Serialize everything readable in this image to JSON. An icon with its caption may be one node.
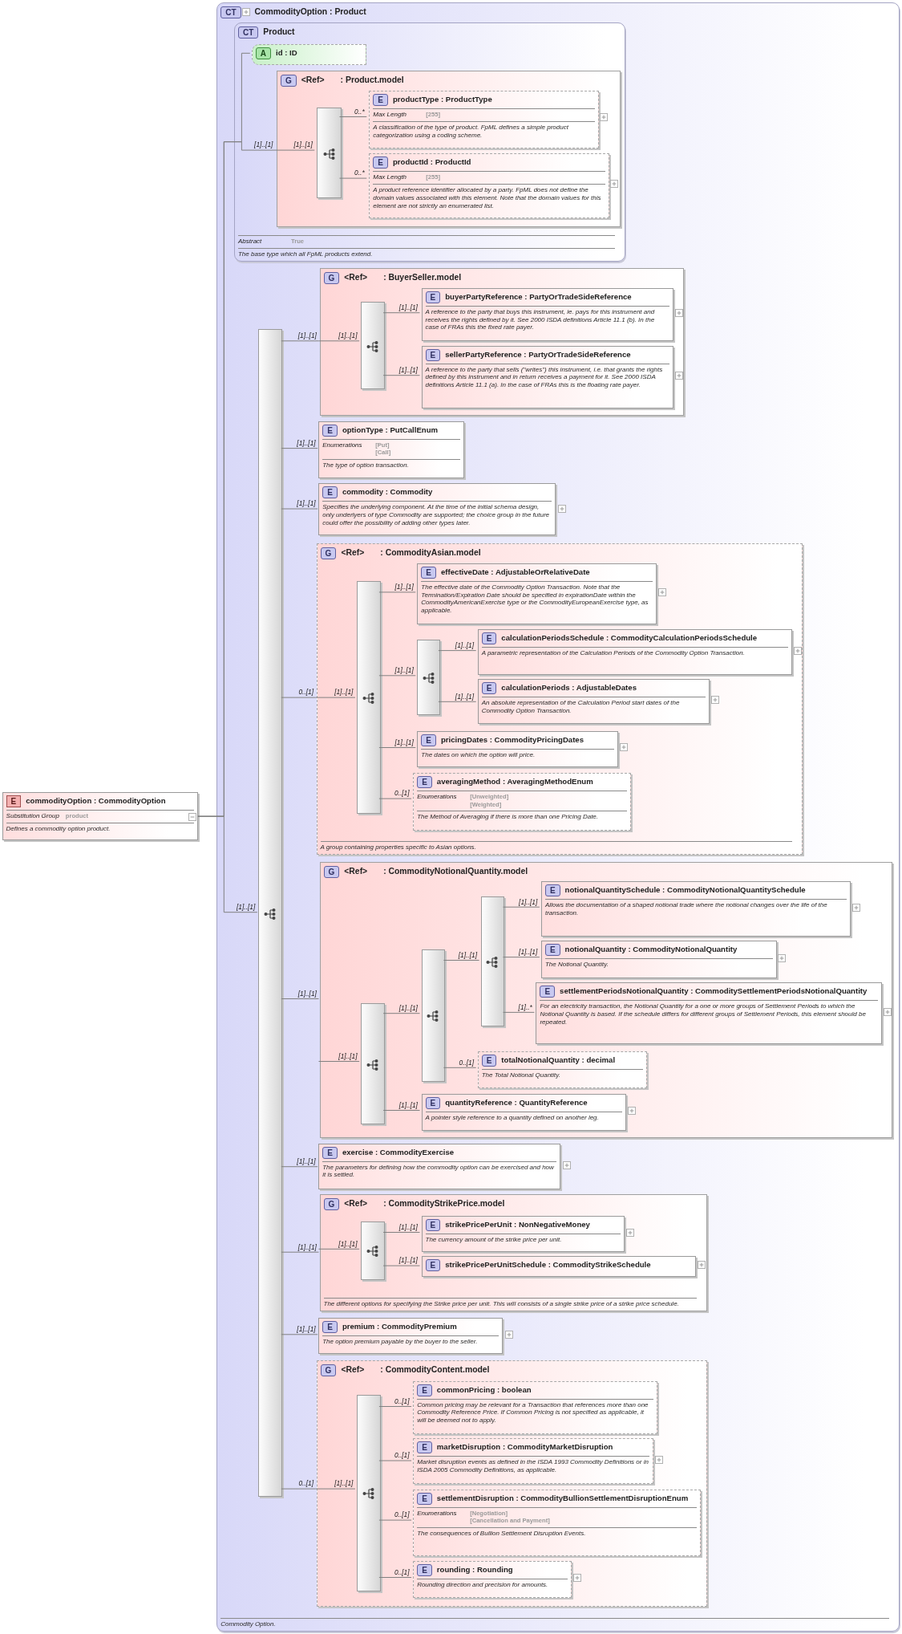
{
  "diagram": {
    "nodes": [
      {
        "text": [
          "E",
          "commodityOption : CommodityOption",
          "Substitution Group",
          "product",
          "Defines a commodity option product."
        ]
      },
      {
        "text": [
          "CT",
          "CommodityOption : Product",
          "Commodity Option."
        ]
      },
      {
        "text": [
          "CT",
          "Product",
          "Abstract",
          "True",
          "The base type which all FpML products extend."
        ],
        "in": 1
      },
      {
        "text": [
          "A",
          "id : ID"
        ],
        "in": 2
      },
      {
        "text": [
          "G",
          "<Ref>",
          ": Product.model"
        ],
        "in": 2
      },
      {
        "text": [],
        "shape": "bar",
        "in": 4
      },
      {
        "text": [
          "E",
          "productType : ProductType",
          "Max Length",
          "[255]",
          "A classification of the type of product. FpML defines a simple product categorization using a coding scheme."
        ],
        "in": 4
      },
      {
        "text": [
          "E",
          "productId : ProductId",
          "Max Length",
          "[255]",
          "A product reference identifier allocated by a party. FpML does not define the domain values associated with this element. Note that the domain values for this element are not strictly an enumerated list."
        ],
        "in": 4
      },
      {
        "text": [],
        "shape": "bar",
        "in": 1
      },
      {
        "text": [
          "G",
          "<Ref>",
          ": BuyerSeller.model"
        ],
        "in": 1
      },
      {
        "text": [],
        "shape": "bar",
        "in": 9
      },
      {
        "text": [
          "E",
          "buyerPartyReference : PartyOrTradeSideReference",
          "A reference to the party that buys this instrument, ie. pays for this instrument and receives the rights defined by it. See 2000 ISDA definitions Article 11.1 (b). In the case of FRAs this the fixed rate payer."
        ],
        "in": 9
      },
      {
        "text": [
          "E",
          "sellerPartyReference : PartyOrTradeSideReference",
          "A reference to the party that sells (\"writes\") this instrument, i.e. that grants the rights defined by this instrument and in return receives a payment for it. See 2000 ISDA definitions Article 11.1 (a). In the case of FRAs this is the floating rate payer."
        ],
        "in": 9
      },
      {
        "text": [
          "E",
          "optionType : PutCallEnum",
          "Enumerations",
          "[Put]",
          "[Call]",
          "The type of option transaction."
        ],
        "in": 1
      },
      {
        "text": [
          "E",
          "commodity : Commodity",
          "Specifies the underlying component. At the time of the initial schema design, only underlyers of type Commodity are supported; the choice group in the future could offer the possibility of adding other types later."
        ],
        "in": 1
      },
      {
        "text": [
          "G",
          "<Ref>",
          ": CommodityAsian.model",
          "A group containing properties specific to Asian options."
        ],
        "in": 1
      },
      {
        "text": [],
        "shape": "bar",
        "in": 15
      },
      {
        "text": [
          "E",
          "effectiveDate : AdjustableOrRelativeDate",
          "The effective date of the Commodity Option Transaction. Note that the Termination/Expiration Date should be specified in expirationDate within the CommodityAmericanExercise type or the CommodityEuropeanExercise type, as applicable."
        ],
        "in": 15
      },
      {
        "text": [],
        "shape": "bar",
        "in": 15
      },
      {
        "text": [
          "E",
          "calculationPeriodsSchedule : CommodityCalculationPeriodsSchedule",
          "A parametric representation of the Calculation Periods of the Commodity Option Transaction."
        ],
        "in": 15
      },
      {
        "text": [
          "E",
          "calculationPeriods : AdjustableDates",
          "An absolute representation of the Calculation Period start dates of the Commodity Option Transaction."
        ],
        "in": 15
      },
      {
        "text": [
          "E",
          "pricingDates : CommodityPricingDates",
          "The dates on which the option will price."
        ],
        "in": 15
      },
      {
        "text": [
          "E",
          "averagingMethod : AveragingMethodEnum",
          "Enumerations",
          "[Unweighted]",
          "[Weighted]",
          "The Method of Averaging if there is more than one Pricing Date."
        ],
        "in": 15
      },
      {
        "text": [
          "G",
          "<Ref>",
          ": CommodityNotionalQuantity.model"
        ],
        "in": 1
      },
      {
        "text": [],
        "shape": "bar",
        "in": 23
      },
      {
        "text": [],
        "shape": "bar",
        "in": 23
      },
      {
        "text": [],
        "shape": "bar",
        "in": 23
      },
      {
        "text": [
          "E",
          "notionalQuantitySchedule : CommodityNotionalQuantitySchedule",
          "Allows the documentation of a shaped notional trade where the notional changes over the life of the transaction."
        ],
        "in": 23
      },
      {
        "text": [
          "E",
          "notionalQuantity : CommodityNotionalQuantity",
          "The Notional Quantity."
        ],
        "in": 23
      },
      {
        "text": [
          "E",
          "settlementPeriodsNotionalQuantity : CommoditySettlementPeriodsNotionalQuantity",
          "For an electricity transaction, the Notional Quantity for a one or more groups of Settlement Periods to which the Notional Quantity is based. If the schedule differs for different groups of Settlement Periods, this element should be repeated."
        ],
        "in": 23
      },
      {
        "text": [
          "E",
          "totalNotionalQuantity : decimal",
          "The Total Notional Quantity."
        ],
        "in": 23
      },
      {
        "text": [
          "E",
          "quantityReference : QuantityReference",
          "A pointer style reference to a quantity defined on another leg."
        ],
        "in": 23
      },
      {
        "text": [
          "E",
          "exercise : CommodityExercise",
          "The parameters for defining how the commodity option can be exercised and how it is settled."
        ],
        "in": 1
      },
      {
        "text": [
          "G",
          "<Ref>",
          ": CommodityStrikePrice.model",
          "The different options for specifying the Strike price per unit. This will consists of a single strike price of a strike price schedule."
        ],
        "in": 1
      },
      {
        "text": [],
        "shape": "bar",
        "in": 33
      },
      {
        "text": [
          "E",
          "strikePricePerUnit : NonNegativeMoney",
          "The currency amount of the strike price per unit."
        ],
        "in": 33
      },
      {
        "text": [
          "E",
          "strikePricePerUnitSchedule : CommodityStrikeSchedule"
        ],
        "in": 33
      },
      {
        "text": [
          "E",
          "premium : CommodityPremium",
          "The option premium payable by the buyer to the seller."
        ],
        "in": 1
      },
      {
        "text": [
          "G",
          "<Ref>",
          ": CommodityContent.model"
        ],
        "in": 1
      },
      {
        "text": [],
        "shape": "bar",
        "in": 38
      },
      {
        "text": [
          "E",
          "commonPricing : boolean",
          "Common pricing may be relevant for a Transaction that references more than one Commodity Reference Price. If Common Pricing is not specified as applicable, it will be deemed not to apply."
        ],
        "in": 38
      },
      {
        "text": [
          "E",
          "marketDisruption : CommodityMarketDisruption",
          "Market disruption events as defined in the ISDA 1993 Commodity Definitions or in ISDA 2005 Commodity Definitions, as applicable."
        ],
        "in": 38
      },
      {
        "text": [
          "E",
          "settlementDisruption : CommodityBullionSettlementDisruptionEnum",
          "Enumerations",
          "[Negotiation]",
          "[Cancellation and Payment]",
          "The consequences of Bullion Settlement Disruption Events."
        ],
        "in": 38
      },
      {
        "text": [
          "E",
          "rounding : Rounding",
          "Rounding direction and precision for amounts."
        ],
        "in": 38
      }
    ],
    "edges": [
      {
        "from": 0,
        "to": 3,
        "arrow": "none"
      },
      {
        "from": 0,
        "to": 4,
        "arrow": "none",
        "label": "[1]..[1]"
      },
      {
        "from": 4,
        "to": 5,
        "arrow": "none",
        "label": "[1]..[1]"
      },
      {
        "from": 5,
        "to": 6,
        "arrow": "none",
        "label": "0..*"
      },
      {
        "from": 5,
        "to": 7,
        "arrow": "none",
        "label": "0..*"
      },
      {
        "from": 0,
        "to": 8,
        "arrow": "none",
        "label": "[1]..[1]"
      },
      {
        "from": 8,
        "to": 9,
        "arrow": "none",
        "label": "[1]..[1]"
      },
      {
        "from": 9,
        "to": 10,
        "arrow": "none",
        "label": "[1]..[1]"
      },
      {
        "from": 10,
        "to": 11,
        "arrow": "none",
        "label": "[1]..[1]"
      },
      {
        "from": 10,
        "to": 12,
        "arrow": "none",
        "label": "[1]..[1]"
      },
      {
        "from": 8,
        "to": 13,
        "arrow": "none",
        "label": "[1]..[1]"
      },
      {
        "from": 8,
        "to": 14,
        "arrow": "none",
        "label": "[1]..[1]"
      },
      {
        "from": 8,
        "to": 15,
        "arrow": "none",
        "label": "0..[1]"
      },
      {
        "from": 15,
        "to": 16,
        "arrow": "none",
        "label": "[1]..[1]"
      },
      {
        "from": 16,
        "to": 17,
        "arrow": "none",
        "label": "[1]..[1]"
      },
      {
        "from": 16,
        "to": 18,
        "arrow": "none",
        "label": "[1]..[1]"
      },
      {
        "from": 18,
        "to": 19,
        "arrow": "none",
        "label": "[1]..[1]"
      },
      {
        "from": 18,
        "to": 20,
        "arrow": "none",
        "label": "[1]..[1]"
      },
      {
        "from": 16,
        "to": 21,
        "arrow": "none",
        "label": "[1]..[1]"
      },
      {
        "from": 16,
        "to": 22,
        "arrow": "none",
        "label": "0..[1]"
      },
      {
        "from": 8,
        "to": 23,
        "arrow": "none",
        "label": "[1]..[1]"
      },
      {
        "from": 23,
        "to": 24,
        "arrow": "none",
        "label": "[1]..[1]"
      },
      {
        "from": 24,
        "to": 25,
        "arrow": "none",
        "label": "[1]..[1]"
      },
      {
        "from": 24,
        "to": 31,
        "arrow": "none",
        "label": "[1]..[1]"
      },
      {
        "from": 25,
        "to": 26,
        "arrow": "none",
        "label": "[1]..[1]"
      },
      {
        "from": 25,
        "to": 30,
        "arrow": "none",
        "label": "0..[1]"
      },
      {
        "from": 26,
        "to": 27,
        "arrow": "none",
        "label": "[1]..[1]"
      },
      {
        "from": 26,
        "to": 28,
        "arrow": "none",
        "label": "[1]..[1]"
      },
      {
        "from": 26,
        "to": 29,
        "arrow": "none",
        "label": "[1]..*"
      },
      {
        "from": 8,
        "to": 32,
        "arrow": "none",
        "label": "[1]..[1]"
      },
      {
        "from": 8,
        "to": 33,
        "arrow": "none",
        "label": "[1]..[1]"
      },
      {
        "from": 33,
        "to": 34,
        "arrow": "none",
        "label": "[1]..[1]"
      },
      {
        "from": 34,
        "to": 35,
        "arrow": "none",
        "label": "[1]..[1]"
      },
      {
        "from": 34,
        "to": 36,
        "arrow": "none",
        "label": "[1]..[1]"
      },
      {
        "from": 8,
        "to": 37,
        "arrow": "none",
        "label": "[1]..[1]"
      },
      {
        "from": 8,
        "to": 38,
        "arrow": "none",
        "label": "0..[1]"
      },
      {
        "from": 38,
        "to": 39,
        "arrow": "none",
        "label": "[1]..[1]"
      },
      {
        "from": 39,
        "to": 40,
        "arrow": "none",
        "label": "0..[1]"
      },
      {
        "from": 39,
        "to": 41,
        "arrow": "none",
        "label": "0..[1]"
      },
      {
        "from": 39,
        "to": 42,
        "arrow": "none",
        "label": "0..[1]"
      },
      {
        "from": 39,
        "to": 43,
        "arrow": "none",
        "label": "0..[1]"
      }
    ]
  }
}
